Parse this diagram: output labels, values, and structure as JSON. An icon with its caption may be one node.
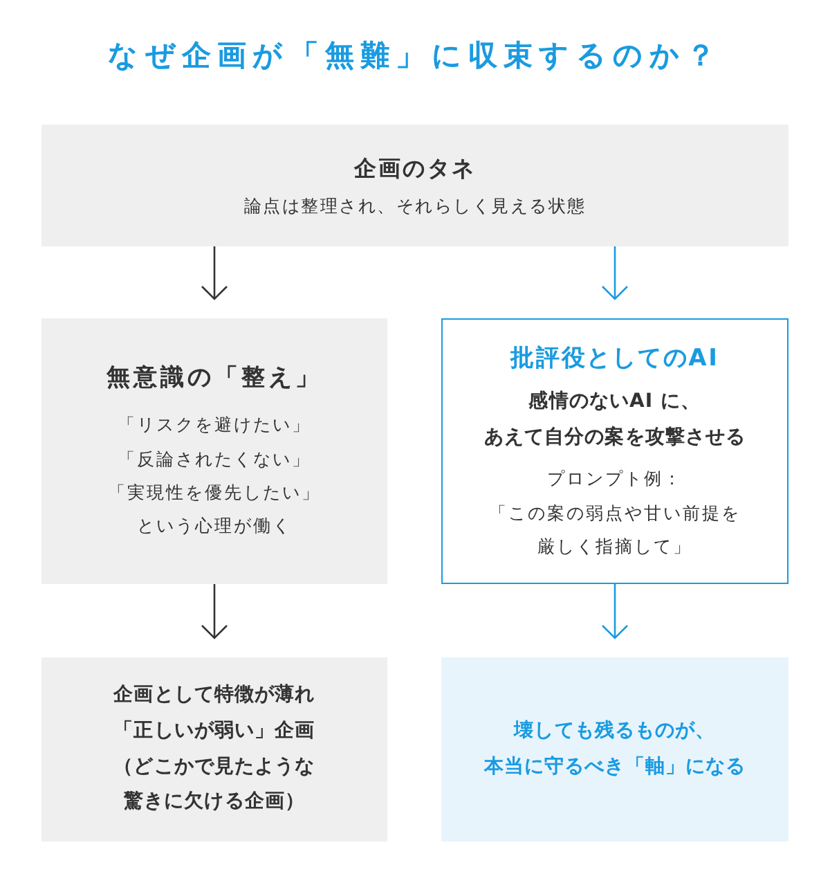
{
  "diagram": {
    "title": "なぜ企画が「無難」に収束するのか？",
    "nodes": [
      {
        "text": [
          "企画のタネ",
          "論点は整理され、それらしく見える状態"
        ]
      },
      {
        "text": [
          "無意識の「整え」",
          "「リスクを避けたい」「反論されたくない」「実現性を優先したい」という心理が働く"
        ]
      },
      {
        "text": [
          "批評役としてのAI",
          "感情のないAI に、あえて自分の案を攻撃させる",
          "プロンプト例：「この案の弱点や甘い前提を厳しく指摘して」"
        ]
      },
      {
        "text": [
          "企画として特徴が薄れ「正しいが弱い」企画（どこかで見たような驚きに欠ける企画）"
        ]
      },
      {
        "text": [
          "壊しても残るものが、本当に守るべき「軸」になる"
        ]
      }
    ],
    "edges": [
      {
        "from": 0,
        "to": 1,
        "arrow": "to"
      },
      {
        "from": 0,
        "to": 2,
        "arrow": "to",
        "color": "#1a9be0"
      },
      {
        "from": 1,
        "to": 3,
        "arrow": "to"
      },
      {
        "from": 2,
        "to": 4,
        "arrow": "to",
        "color": "#1a9be0"
      }
    ]
  }
}
